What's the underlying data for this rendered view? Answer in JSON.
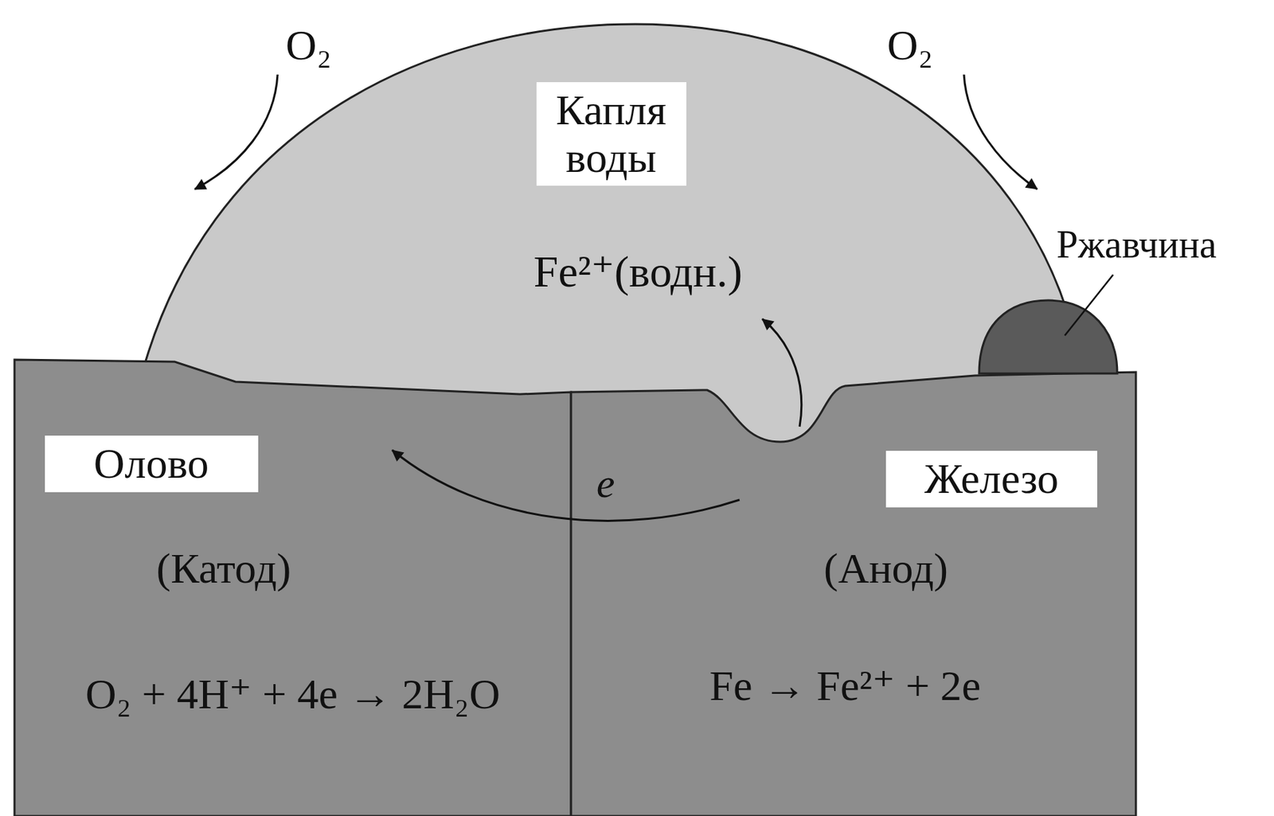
{
  "diagram": {
    "nodes": [
      {
        "text": [
          "Fe²⁺(водн.)"
        ]
      },
      {
        "text": [
          "Капля воды"
        ],
        "in": 0
      },
      {
        "text": [
          "(Катод)",
          "O₂ + 4H⁺ + 4e → 2H₂O"
        ]
      },
      {
        "text": [
          "Олово"
        ],
        "in": 2
      },
      {
        "text": [
          "(Анод)",
          "Fe → Fe²⁺ + 2e"
        ]
      },
      {
        "text": [
          "Железо"
        ],
        "in": 4
      },
      {
        "text": [
          "Ржавчина"
        ]
      }
    ],
    "labels": [
      "O₂",
      "O₂",
      "e"
    ]
  }
}
